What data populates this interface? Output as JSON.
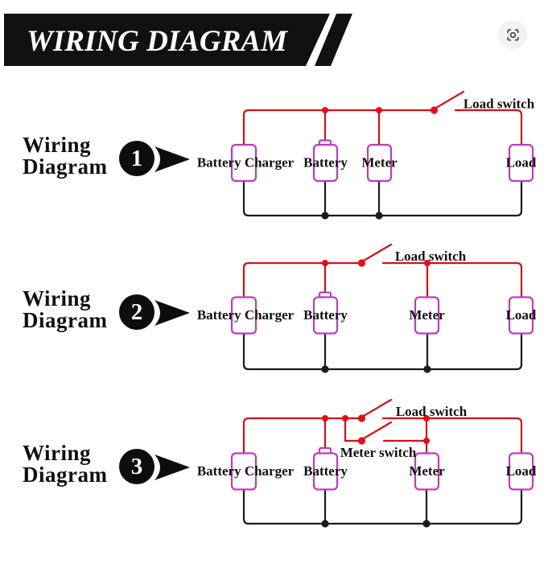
{
  "header": {
    "title": "WIRING DIAGRAM",
    "lens_icon": "lens-search"
  },
  "colors": {
    "banner": "#111111",
    "positive_wire_red": "#d01217",
    "negative_wire_black": "#1b1b1b",
    "component_border_magenta": "#bb3dbd",
    "label_text": "#101010",
    "lens_button_bg": "#f1f2f3",
    "lens_icon_fg": "#3c4043"
  },
  "diagrams": [
    {
      "label": {
        "line1": "Wiring",
        "line2": "Diagram",
        "number": "1"
      },
      "components": {
        "charger": "Battery Charger",
        "battery": "Battery",
        "meter": "Meter",
        "load": "Load"
      },
      "switches": {
        "load_switch": "Load switch"
      }
    },
    {
      "label": {
        "line1": "Wiring",
        "line2": "Diagram",
        "number": "2"
      },
      "components": {
        "charger": "Battery Charger",
        "battery": "Battery",
        "meter": "Meter",
        "load": "Load"
      },
      "switches": {
        "load_switch": "Load switch"
      }
    },
    {
      "label": {
        "line1": "Wiring",
        "line2": "Diagram",
        "number": "3"
      },
      "components": {
        "charger": "Battery Charger",
        "battery": "Battery",
        "meter": "Meter",
        "load": "Load"
      },
      "switches": {
        "load_switch": "Load switch",
        "meter_switch": "Meter switch"
      }
    }
  ]
}
